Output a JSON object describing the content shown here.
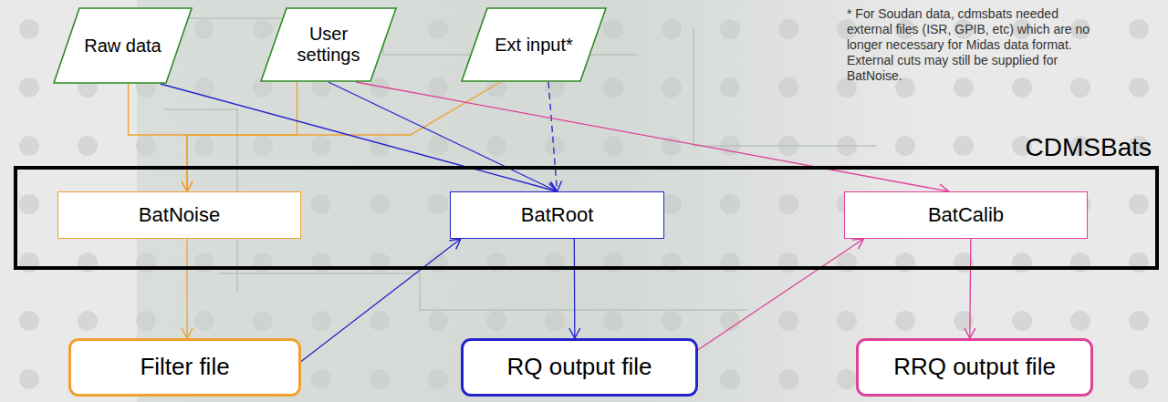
{
  "diagram": {
    "nodes": [
      {
        "text": [
          "Raw data"
        ]
      },
      {
        "text": [
          "User settings"
        ]
      },
      {
        "text": [
          "Ext input*"
        ]
      },
      {
        "text": [
          "CDMSBats"
        ]
      },
      {
        "text": [
          "BatNoise"
        ],
        "in": 3
      },
      {
        "text": [
          "BatRoot"
        ],
        "in": 3
      },
      {
        "text": [
          "BatCalib"
        ],
        "in": 3
      },
      {
        "text": [
          "Filter file"
        ]
      },
      {
        "text": [
          "RQ output file"
        ]
      },
      {
        "text": [
          "RRQ output file"
        ]
      }
    ],
    "edges": [
      {
        "from": 0,
        "to": 4,
        "arrow": "to"
      },
      {
        "from": 1,
        "to": 4,
        "arrow": "to"
      },
      {
        "from": 2,
        "to": 4,
        "arrow": "to"
      },
      {
        "from": 0,
        "to": 5,
        "arrow": "to"
      },
      {
        "from": 1,
        "to": 5,
        "arrow": "to"
      },
      {
        "from": 2,
        "to": 5,
        "arrow": "to"
      },
      {
        "from": 1,
        "to": 6,
        "arrow": "to"
      },
      {
        "from": 4,
        "to": 7,
        "arrow": "to"
      },
      {
        "from": 7,
        "to": 5,
        "arrow": "to"
      },
      {
        "from": 5,
        "to": 8,
        "arrow": "to"
      },
      {
        "from": 8,
        "to": 6,
        "arrow": "to"
      },
      {
        "from": 6,
        "to": 9,
        "arrow": "to"
      }
    ],
    "labels": [
      "* For Soudan data, cdmsbats needed external files (ISR, GPIB, etc) which are no longer necessary for Midas data format. External cuts may still be supplied for BatNoise."
    ]
  }
}
